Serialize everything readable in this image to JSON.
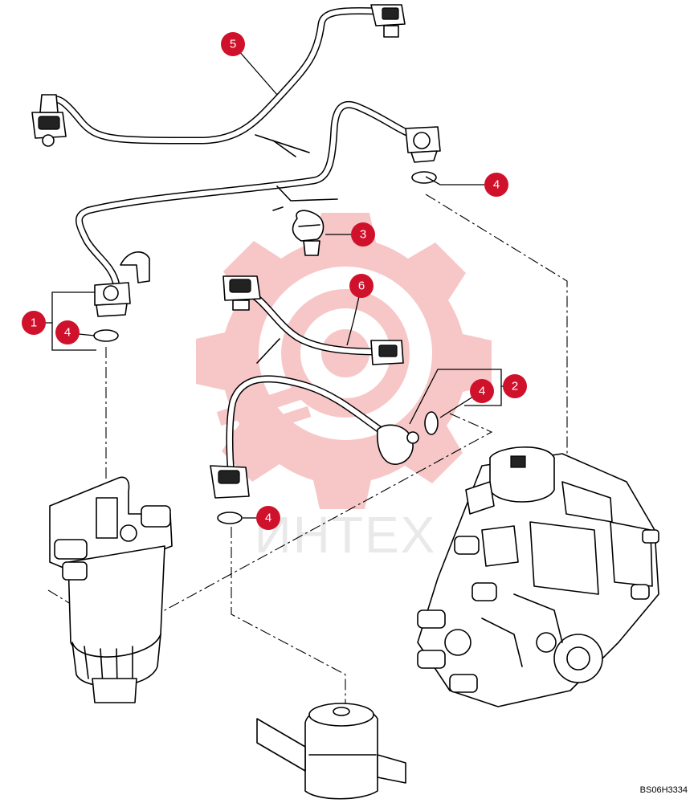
{
  "watermark": {
    "text": "ИНТЕХ",
    "color": "#f4b6b6",
    "icon": "gear-logo-icon"
  },
  "callouts": [
    {
      "id": "c1",
      "label": "1"
    },
    {
      "id": "c2",
      "label": "2"
    },
    {
      "id": "c3",
      "label": "3"
    },
    {
      "id": "c4a",
      "label": "4"
    },
    {
      "id": "c4b",
      "label": "4"
    },
    {
      "id": "c4c",
      "label": "4"
    },
    {
      "id": "c4d",
      "label": "4"
    },
    {
      "id": "c5",
      "label": "5"
    },
    {
      "id": "c6",
      "label": "6"
    }
  ],
  "callout_color": "#d0112b",
  "reference_code": "BS06H3334"
}
